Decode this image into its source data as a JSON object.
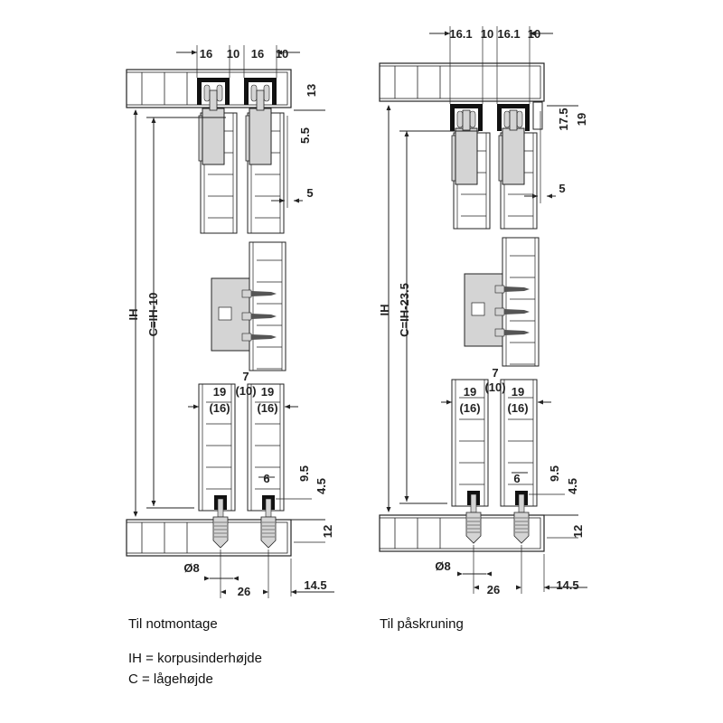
{
  "colors": {
    "line": "#222222",
    "hardware": "#d4d4d4",
    "profile": "#111111"
  },
  "left_panel": {
    "caption": "Til notmontage",
    "top_dims": [
      "16",
      "10",
      "16",
      "10"
    ],
    "rail_height": "13",
    "gap_top": "5.5",
    "door_offset": "5",
    "ih_label": "IH",
    "c_label": "C=IH-10",
    "middle_gap": "7",
    "middle_gap_alt": "(10)",
    "door_thickness": [
      "19",
      "19"
    ],
    "door_thickness_alt": [
      "(16)",
      "(16)"
    ],
    "groove_width": "6",
    "guide_height": "9.5",
    "bottom_gap": "4.5",
    "pin_depth": "12",
    "pin_diameter": "Ø8",
    "pin_spacing": "26",
    "edge_offset": "14.5"
  },
  "right_panel": {
    "caption": "Til påskruning",
    "top_dims": [
      "16.1",
      "10",
      "16.1",
      "10"
    ],
    "rail_height": "17.5",
    "rail_height_total": "19",
    "door_offset": "5",
    "ih_label": "IH",
    "c_label": "C=IH-23.5",
    "middle_gap": "7",
    "middle_gap_alt": "(10)",
    "door_thickness": [
      "19",
      "19"
    ],
    "door_thickness_alt": [
      "(16)",
      "(16)"
    ],
    "groove_width": "6",
    "guide_height": "9.5",
    "bottom_gap": "4.5",
    "pin_depth": "12",
    "pin_diameter": "Ø8",
    "pin_spacing": "26",
    "edge_offset": "14.5"
  },
  "legend": {
    "ih": "IH = korpusinderhøjde",
    "c": "C = lågehøjde"
  }
}
